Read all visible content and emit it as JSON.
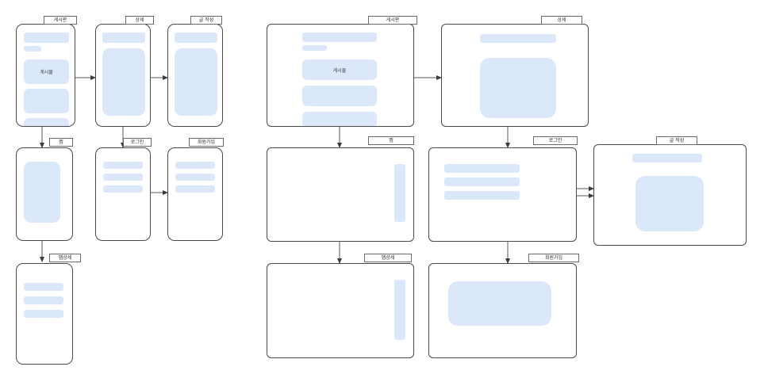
{
  "diagram": {
    "title": "",
    "colors": {
      "placeholder_fill": "#dbe8fa",
      "frame_stroke": "#4a4a4a",
      "tag_stroke": "#6b6b6b",
      "connector": "#5a5a5a",
      "background": "#ffffff"
    }
  },
  "mobile_flow": {
    "screens": [
      {
        "id": "m-board",
        "label": "게시판",
        "content_label": "게시물"
      },
      {
        "id": "m-detail",
        "label": "상세",
        "content_label": ""
      },
      {
        "id": "m-write",
        "label": "글 작성",
        "content_label": ""
      },
      {
        "id": "m-map",
        "label": "맵",
        "content_label": ""
      },
      {
        "id": "m-login",
        "label": "로그인",
        "content_label": ""
      },
      {
        "id": "m-signup",
        "label": "회원가입",
        "content_label": ""
      },
      {
        "id": "m-mapdetail",
        "label": "맵상세",
        "content_label": ""
      }
    ]
  },
  "desktop_flow": {
    "screens": [
      {
        "id": "d-board",
        "label": "게시판",
        "content_label": "게시물"
      },
      {
        "id": "d-detail",
        "label": "상세",
        "content_label": ""
      },
      {
        "id": "d-map",
        "label": "맵",
        "content_label": ""
      },
      {
        "id": "d-login",
        "label": "로그인",
        "content_label": ""
      },
      {
        "id": "d-write",
        "label": "글 작성",
        "content_label": ""
      },
      {
        "id": "d-mapdetail",
        "label": "맵상세",
        "content_label": ""
      },
      {
        "id": "d-signup",
        "label": "회원가입",
        "content_label": ""
      }
    ]
  },
  "connections": {
    "mobile": [
      {
        "from": "게시판",
        "to": "상세"
      },
      {
        "from": "상세",
        "to": "글 작성"
      },
      {
        "from": "게시판",
        "to": "맵"
      },
      {
        "from": "상세",
        "to": "로그인"
      },
      {
        "from": "로그인",
        "to": "회원가입"
      },
      {
        "from": "맵",
        "to": "맵상세"
      }
    ],
    "desktop": [
      {
        "from": "게시판",
        "to": "상세"
      },
      {
        "from": "게시판",
        "to": "맵"
      },
      {
        "from": "상세",
        "to": "로그인"
      },
      {
        "from": "로그인",
        "to": "글 작성"
      },
      {
        "from": "맵",
        "to": "맵상세"
      },
      {
        "from": "로그인",
        "to": "회원가입"
      },
      {
        "from": "회원가입",
        "to": "글 작성"
      }
    ]
  }
}
